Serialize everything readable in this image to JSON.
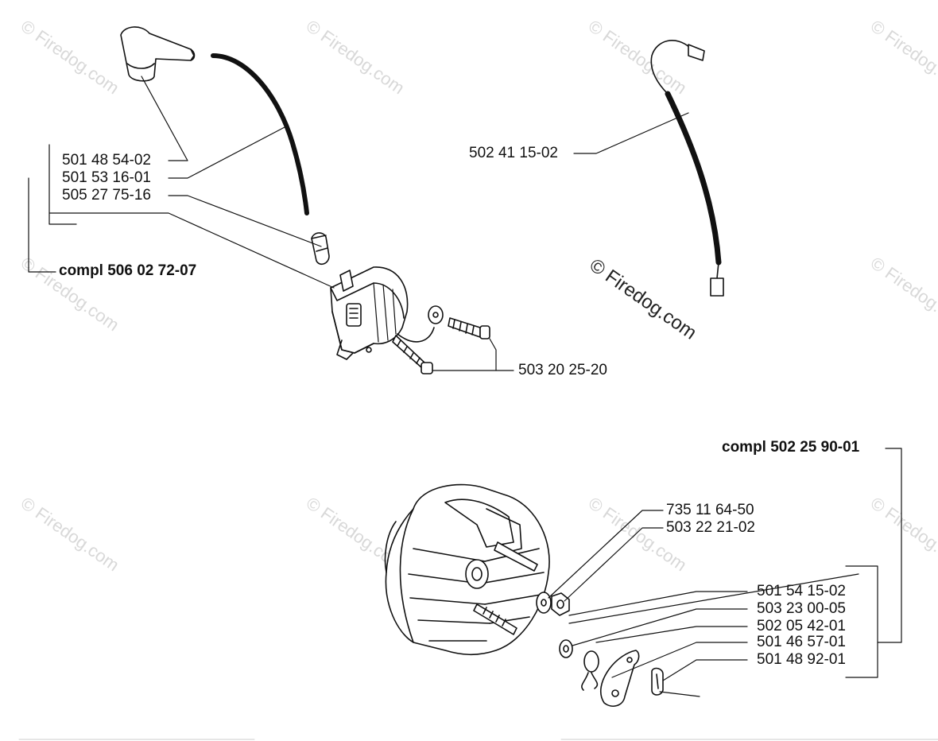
{
  "colors": {
    "ink": "#111111",
    "watermark": "#b9b9b9"
  },
  "ignition": {
    "parts": [
      {
        "number": "501 48 54-02",
        "name": "cap"
      },
      {
        "number": "501 53 16-01",
        "name": "cable"
      },
      {
        "number": "505 27 75-16",
        "name": "connector"
      }
    ],
    "compl_label": "compl 506 02 72-07",
    "screw_number": "503 20 25-20"
  },
  "stop_cable": {
    "number": "502 41 15-02"
  },
  "flywheel": {
    "compl_label": "compl 502 25 90-01",
    "upper_parts": [
      "735 11 64-50",
      "503 22 21-02"
    ],
    "lower_parts": [
      "501 54 15-02",
      "503 23 00-05",
      "502 05 42-01",
      "501 46 57-01",
      "501 48 92-01"
    ]
  },
  "watermark": {
    "text": "© Firedog.com"
  }
}
